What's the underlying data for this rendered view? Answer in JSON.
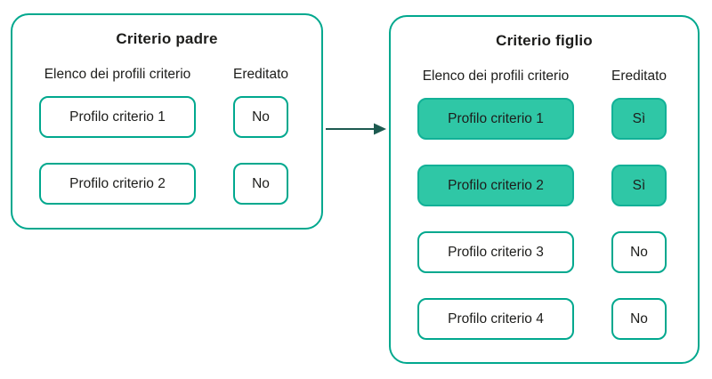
{
  "colors": {
    "teal_border": "#00a88e",
    "green_fill": "#2fc7a6",
    "green_border": "#12b197",
    "arrow": "#1d5a50",
    "text": "#1d1d1b",
    "bg": "#ffffff"
  },
  "parent_box": {
    "title": "Criterio padre",
    "col_profiles": "Elenco dei profili criterio",
    "col_inherited": "Ereditato",
    "rows": [
      {
        "profile": "Profilo criterio 1",
        "inherited": "No",
        "highlighted": false
      },
      {
        "profile": "Profilo criterio 2",
        "inherited": "No",
        "highlighted": false
      }
    ]
  },
  "child_box": {
    "title": "Criterio figlio",
    "col_profiles": "Elenco dei profili criterio",
    "col_inherited": "Ereditato",
    "rows": [
      {
        "profile": "Profilo criterio 1",
        "inherited": "Sì",
        "highlighted": true
      },
      {
        "profile": "Profilo criterio 2",
        "inherited": "Sì",
        "highlighted": true
      },
      {
        "profile": "Profilo criterio 3",
        "inherited": "No",
        "highlighted": false
      },
      {
        "profile": "Profilo criterio 4",
        "inherited": "No",
        "highlighted": false
      }
    ]
  },
  "arrow": {
    "direction": "right"
  }
}
